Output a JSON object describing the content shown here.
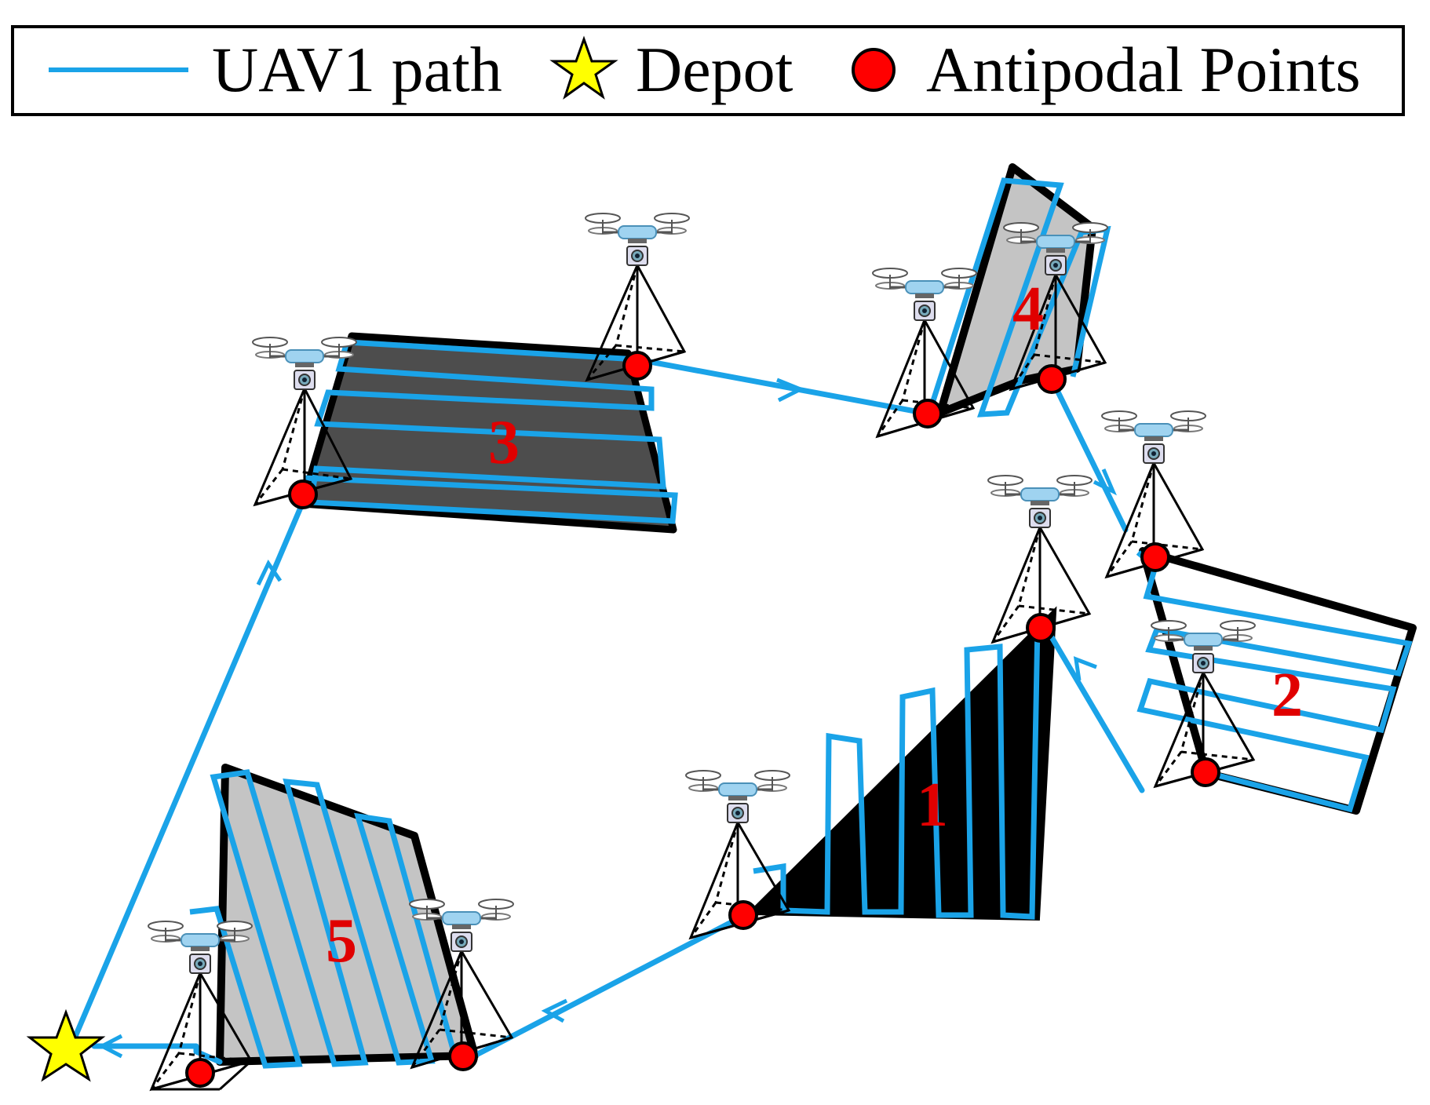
{
  "legend": {
    "path_label": "UAV1 path",
    "depot_label": "Depot",
    "antipodal_label": "Antipodal Points"
  },
  "colors": {
    "path": "#1aa3e8",
    "depot": "#ffff00",
    "antipodal": "#ff0000",
    "label": "#e00000",
    "region_dark": "#4d4d4d",
    "region_light": "#c4c4c4",
    "region_black": "#000000"
  },
  "regions": [
    {
      "label": "1",
      "fill": "region_black"
    },
    {
      "label": "2",
      "fill": "white"
    },
    {
      "label": "3",
      "fill": "region_dark"
    },
    {
      "label": "4",
      "fill": "region_light"
    },
    {
      "label": "5",
      "fill": "region_light"
    }
  ],
  "icons": {
    "drone": "quadcopter-drone-icon",
    "depot": "star-icon",
    "antipodal": "red-circle-icon"
  }
}
